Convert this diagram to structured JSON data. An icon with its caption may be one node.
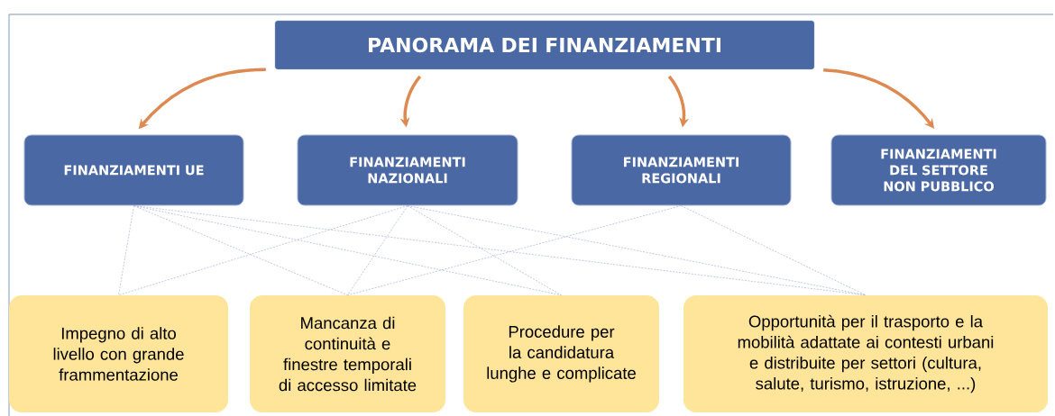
{
  "diagram": {
    "nodes": [
      {
        "text": [
          "PANORAMA DEI FINANZIAMENTI"
        ]
      },
      {
        "text": [
          "FINANZIAMENTI UE"
        ]
      },
      {
        "text": [
          "FINANZIAMENTI NAZIONALI"
        ]
      },
      {
        "text": [
          "FINANZIAMENTI REGIONALI"
        ]
      },
      {
        "text": [
          "FINANZIAMENTI DEL SETTORE NON PUBBLICO"
        ]
      },
      {
        "text": [
          "Impegno di alto livello con grande frammentazione"
        ]
      },
      {
        "text": [
          "Mancanza di continuità e finestre temporali di accesso limitate"
        ]
      },
      {
        "text": [
          "Procedure per la candidatura lunghe e complicate"
        ]
      },
      {
        "text": [
          "Opportunità per il trasporto e la mobilità adattate ai contesti urbani e distribuite per settori (cultura, salute, turismo, istruzione, ...)"
        ]
      }
    ],
    "edges": [
      {
        "from": 0,
        "to": 1,
        "arrow": "to",
        "style": "thick",
        "color": "#dd8a52"
      },
      {
        "from": 0,
        "to": 2,
        "arrow": "to",
        "style": "thick",
        "color": "#dd8a52"
      },
      {
        "from": 0,
        "to": 3,
        "arrow": "to",
        "style": "thick",
        "color": "#dd8a52"
      },
      {
        "from": 0,
        "to": 4,
        "arrow": "to",
        "style": "thick",
        "color": "#dd8a52"
      },
      {
        "from": 1,
        "to": 5,
        "arrow": "none",
        "style": "dashed"
      },
      {
        "from": 1,
        "to": 6,
        "arrow": "none",
        "style": "dashed"
      },
      {
        "from": 1,
        "to": 7,
        "arrow": "none",
        "style": "dashed"
      },
      {
        "from": 1,
        "to": 8,
        "arrow": "none",
        "style": "dashed"
      },
      {
        "from": 2,
        "to": 5,
        "arrow": "none",
        "style": "dashed"
      },
      {
        "from": 2,
        "to": 6,
        "arrow": "none",
        "style": "dashed"
      },
      {
        "from": 2,
        "to": 7,
        "arrow": "none",
        "style": "dashed"
      },
      {
        "from": 2,
        "to": 8,
        "arrow": "none",
        "style": "dashed"
      },
      {
        "from": 3,
        "to": 6,
        "arrow": "none",
        "style": "dashed"
      },
      {
        "from": 3,
        "to": 8,
        "arrow": "none",
        "style": "dashed"
      }
    ]
  }
}
